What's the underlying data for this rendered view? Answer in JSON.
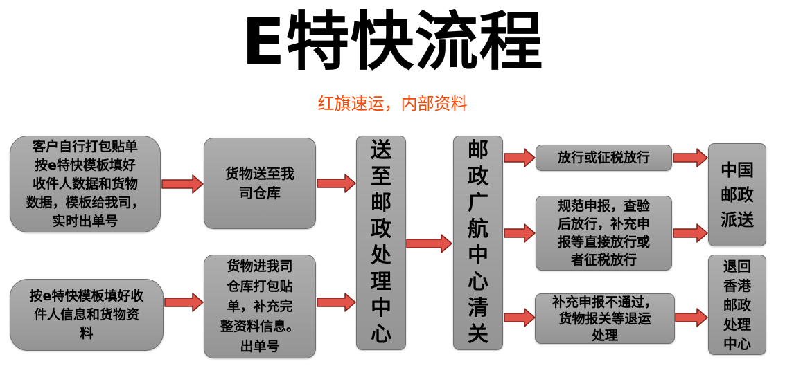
{
  "header": {
    "title": "E特快流程",
    "subtitle": "红旗速运，内部资料"
  },
  "flow": {
    "boxes": [
      {
        "name": "customer-self-pack",
        "text": "客户自行打包贴单\n按e特快模板填好\n收件人数据和货物\n数据，模板给我司，\n实时出单号"
      },
      {
        "name": "template-fill-info",
        "text": "按e特快模板填好收\n件人信息和货物资\n料"
      },
      {
        "name": "deliver-to-warehouse",
        "text": "货物送至我\n司仓库"
      },
      {
        "name": "warehouse-pack",
        "text": "货物进我司\n仓库打包贴\n单，补充完\n整资料信息。\n出单号"
      },
      {
        "name": "send-postal-center",
        "text": "送\n至\n邮\n政\n处\n理\n中\n心"
      },
      {
        "name": "customs-clearance",
        "text": "邮\n政\n广\n航\n中\n心\n清\n关"
      },
      {
        "name": "release",
        "text": "放行或征税放行"
      },
      {
        "name": "declare-release",
        "text": "规范申报，查验\n后放行，补充申\n报等直接放行或\n者征税放行"
      },
      {
        "name": "declare-fail-return",
        "text": "补充申报不通过，\n货物报关等退运\n处理"
      },
      {
        "name": "china-post-delivery",
        "text": "中国\n邮政\n派送"
      },
      {
        "name": "return-hk-postal",
        "text": "退回\n香港\n邮政\n处理\n中心"
      }
    ]
  },
  "colors": {
    "title_color": "#000000",
    "accent_orange": "#ff4500",
    "box_fill_light": "#aeaeae",
    "box_fill_dark": "#949494",
    "box_border": "#6f6f6f",
    "arrow_fill": "#e2544a",
    "arrow_stroke": "#7e231b"
  }
}
